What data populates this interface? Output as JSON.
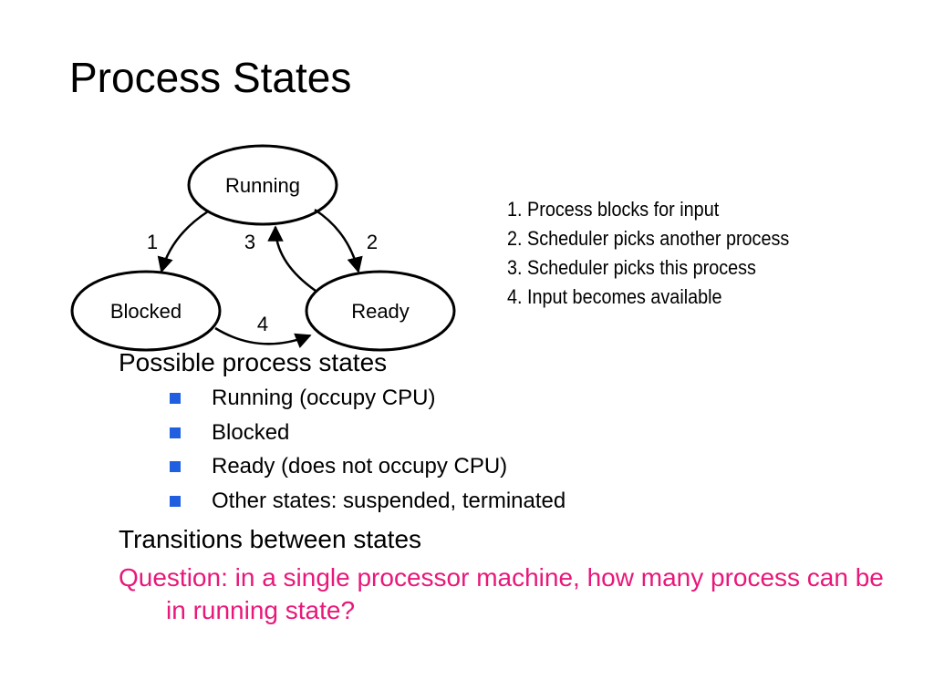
{
  "slide": {
    "title": "Process States"
  },
  "diagram": {
    "states": {
      "running": "Running",
      "blocked": "Blocked",
      "ready": "Ready"
    },
    "transition_labels": {
      "t1": "1",
      "t2": "2",
      "t3": "3",
      "t4": "4"
    },
    "legend": [
      "1. Process blocks for input",
      "2. Scheduler picks another process",
      "3. Scheduler picks this process",
      "4. Input becomes available"
    ]
  },
  "content": {
    "heading1": "Possible process states",
    "states_list": [
      "Running (occupy CPU)",
      "Blocked",
      "Ready (does not occupy CPU)",
      "Other states: suspended, terminated"
    ],
    "heading2": "Transitions between states",
    "question": "Question: in a single processor machine, how many process can be in running state?"
  },
  "colors": {
    "bullet": "#1f5fe0",
    "question": "#e8187a",
    "text": "#000000"
  }
}
